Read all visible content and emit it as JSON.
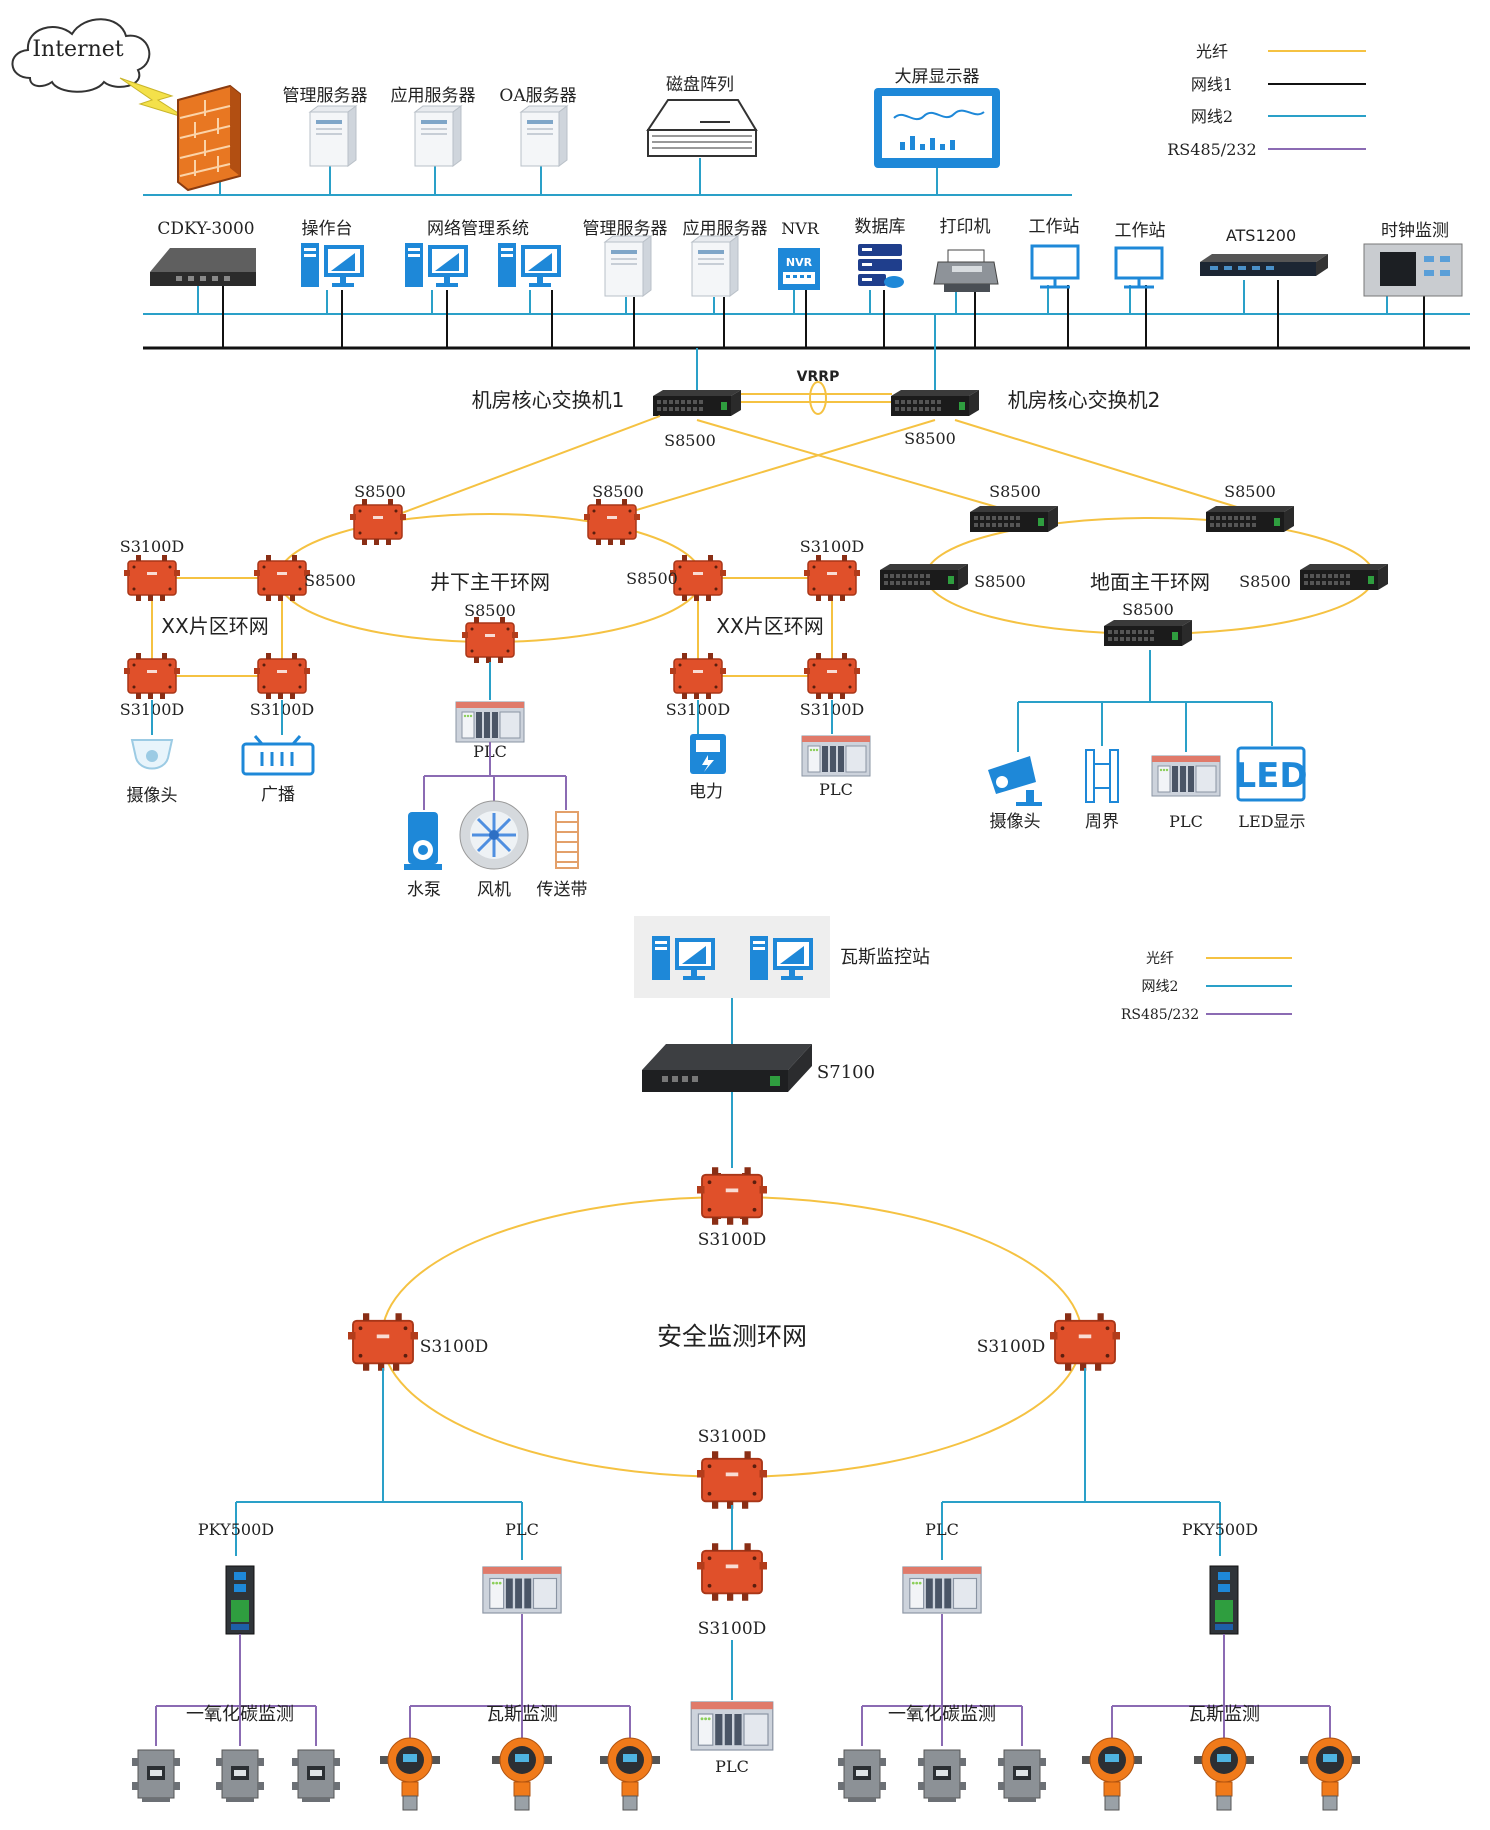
{
  "colors": {
    "fiber": "#f5c242",
    "net1": "#111111",
    "net2": "#2aa0c8",
    "rs485": "#8b6bb3",
    "explosion_box": "#e0502a",
    "icon_blue": "#1e88d8"
  },
  "internet": "Internet",
  "top_servers": [
    "管理服务器",
    "应用服务器",
    "OA服务器"
  ],
  "disk_array": "磁盘阵列",
  "big_screen": "大屏显示器",
  "row_devices": {
    "cdky": "CDKY-3000",
    "console": "操作台",
    "netmgmt": "网络管理系统",
    "mgmt_server": "管理服务器",
    "app_server": "应用服务器",
    "nvr": "NVR",
    "database": "数据库",
    "printer": "打印机",
    "workstation1": "工作站",
    "workstation2": "工作站",
    "ats": "ATS1200",
    "clock": "时钟监测"
  },
  "legend_top": [
    {
      "label": "光纤",
      "type": "fiber"
    },
    {
      "label": "网线1",
      "type": "net1"
    },
    {
      "label": "网线2",
      "type": "net2"
    },
    {
      "label": "RS485/232",
      "type": "rs485"
    }
  ],
  "legend_bottom": [
    {
      "label": "光纤",
      "type": "fiber"
    },
    {
      "label": "网线2",
      "type": "net2"
    },
    {
      "label": "RS485/232",
      "type": "rs485"
    }
  ],
  "core": {
    "vrrp": "VRRP",
    "sw1_name": "机房核心交换机1",
    "sw2_name": "机房核心交换机2",
    "sw1_model": "S8500",
    "sw2_model": "S8500"
  },
  "underground": {
    "ring_title": "井下主干环网",
    "nodes": [
      "S8500",
      "S8500",
      "S8500",
      "S8500",
      "S8500"
    ]
  },
  "left_district": {
    "title": "XX片区环网",
    "nodes": [
      "S3100D",
      "S3100D",
      "S3100D"
    ],
    "devices": [
      "摄像头",
      "广播"
    ]
  },
  "right_district": {
    "title": "XX片区环网",
    "nodes": [
      "S3100D",
      "S3100D",
      "S3100D"
    ],
    "devices": [
      "电力",
      "PLC"
    ]
  },
  "center_plc": {
    "label": "PLC",
    "devices": [
      "水泵",
      "风机",
      "传送带"
    ]
  },
  "ground": {
    "ring_title": "地面主干环网",
    "nodes": [
      "S8500",
      "S8500",
      "S8500",
      "S8500",
      "S8500"
    ],
    "devices": [
      "摄像头",
      "周界",
      "PLC",
      "LED显示"
    ],
    "led_text": "LED"
  },
  "gas_station": "瓦斯监控站",
  "s7100": "S7100",
  "safety": {
    "ring_title": "安全监测环网",
    "nodes": [
      "S3100D",
      "S3100D",
      "S3100D",
      "S3100D"
    ],
    "extra_node": "S3100D",
    "extra_plc": "PLC",
    "branches": [
      "PKY500D",
      "PLC",
      "PLC",
      "PKY500D"
    ],
    "groups": [
      "一氧化碳监测",
      "瓦斯监测",
      "一氧化碳监测",
      "瓦斯监测"
    ]
  }
}
